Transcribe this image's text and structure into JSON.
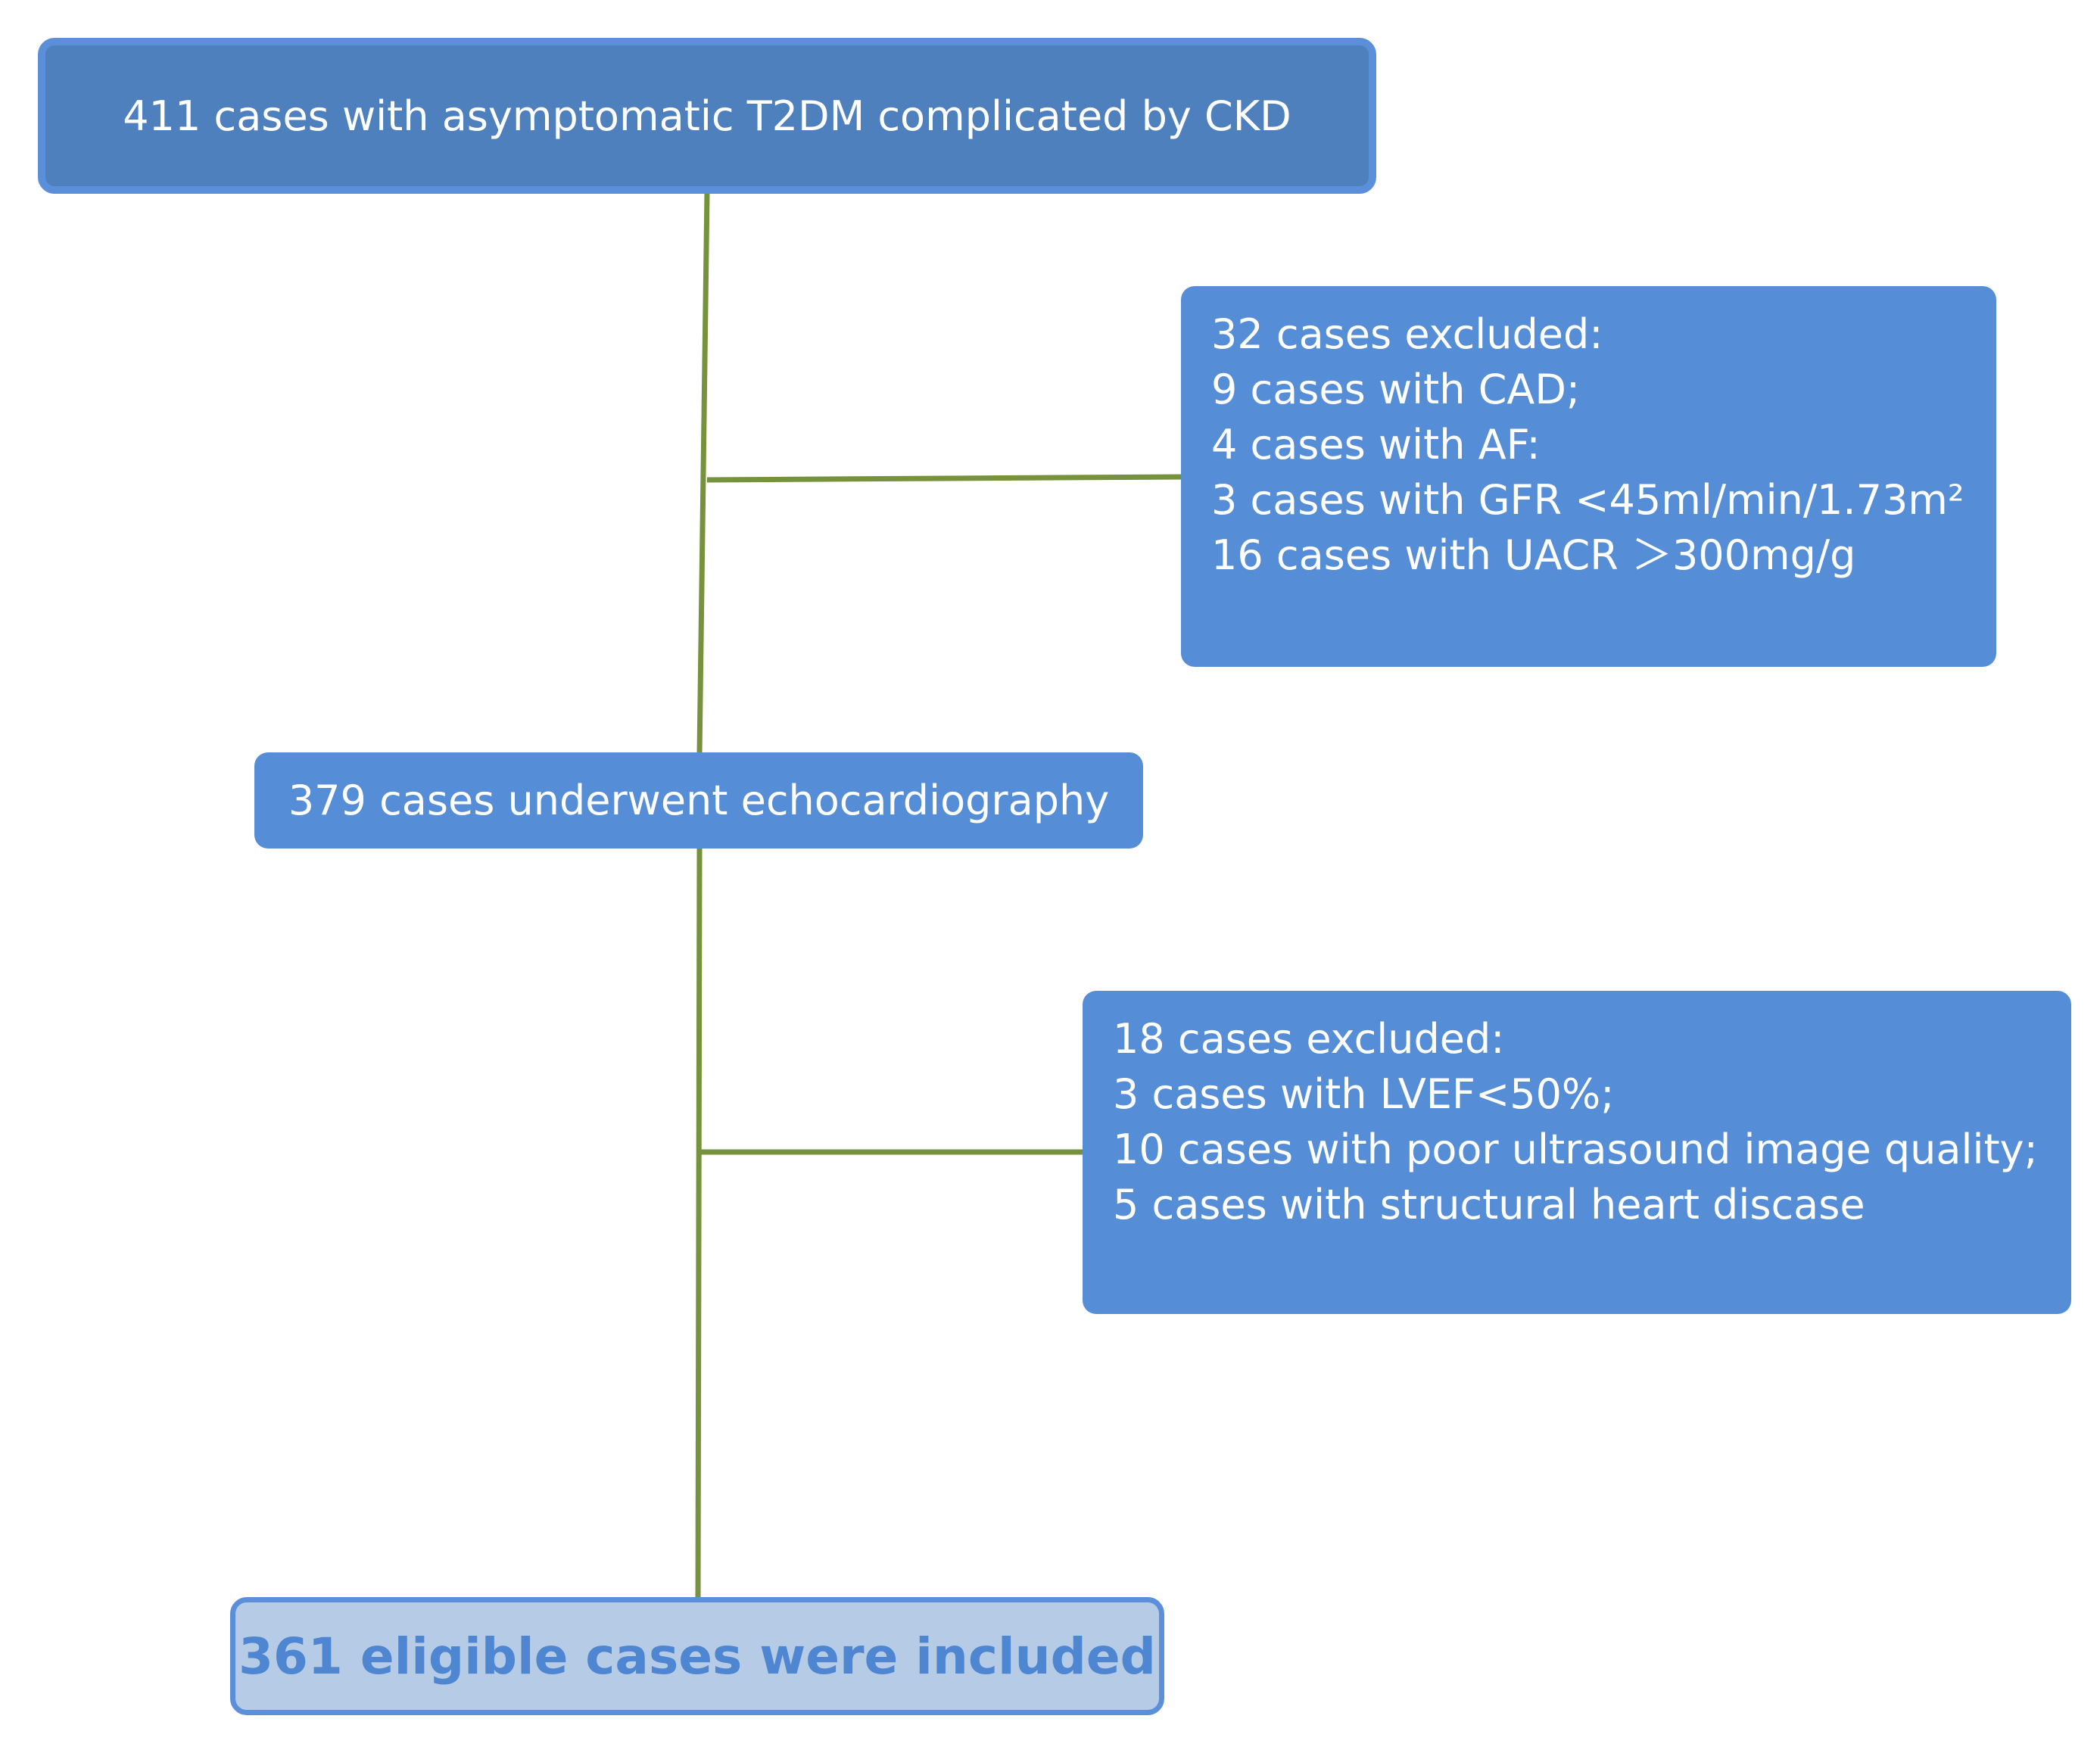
{
  "flowchart": {
    "start_box": {
      "text": "411 cases with asymptomatic T2DM complicated by CKD"
    },
    "exclusion_1": {
      "title": "32 cases excluded:",
      "items": [
        "9 cases with CAD;",
        "4 cases with AF:",
        "3 cases with GFR <45ml/min/1.73m²",
        "16 cases with UACR ＞300mg/g"
      ]
    },
    "middle_box": {
      "text": "379 cases underwent echocardiography"
    },
    "exclusion_2": {
      "title": "18 cases excluded:",
      "items": [
        "3 cases with LVEF<50%;",
        "10 cases with poor ultrasound image quality;",
        "5 cases with structural heart discase"
      ]
    },
    "final_box": {
      "text": "361 eligible cases were included"
    }
  },
  "colors": {
    "box_fill": "#558dd6",
    "top_box_fill": "#4e80bd",
    "final_box_fill": "#b6cbe6",
    "final_text": "#4f86d1",
    "connector": "#76923c"
  }
}
